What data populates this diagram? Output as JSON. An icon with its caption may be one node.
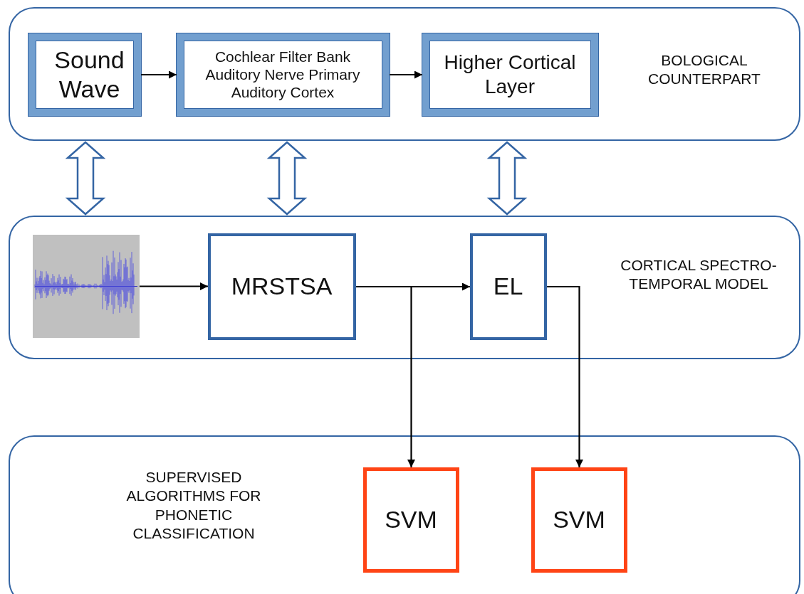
{
  "diagram": {
    "nodes": [
      {
        "text": [
          "BOLOGICAL COUNTERPART"
        ]
      },
      {
        "text": [
          "Sound Wave"
        ],
        "in": 0
      },
      {
        "text": [
          "Cochlear Filter Bank Auditory Nerve Primary Auditory Cortex"
        ],
        "in": 0
      },
      {
        "text": [
          "Higher Cortical Layer"
        ],
        "in": 0
      },
      {
        "text": [
          "CORTICAL SPECTRO-TEMPORAL MODEL"
        ]
      },
      {
        "text": [],
        "shape": "picture",
        "in": 4
      },
      {
        "text": [
          "MRSTSA"
        ],
        "in": 4
      },
      {
        "text": [
          "EL"
        ],
        "in": 4
      },
      {
        "text": [
          "SUPERVISED ALGORITHMS FOR PHONETIC CLASSIFICATION"
        ]
      },
      {
        "text": [
          "SVM"
        ],
        "in": 8
      },
      {
        "text": [
          "SVM"
        ],
        "in": 8
      }
    ],
    "edges": [
      {
        "from": 1,
        "to": 2,
        "arrow": "to"
      },
      {
        "from": 2,
        "to": 3,
        "arrow": "to"
      },
      {
        "from": 0,
        "to": 4,
        "arrow": "both",
        "style": "thick",
        "color": "#3465a4"
      },
      {
        "from": 0,
        "to": 4,
        "arrow": "both",
        "style": "thick",
        "color": "#3465a4"
      },
      {
        "from": 0,
        "to": 4,
        "arrow": "both",
        "style": "thick",
        "color": "#3465a4"
      },
      {
        "from": 5,
        "to": 6,
        "arrow": "to"
      },
      {
        "from": 6,
        "to": 7,
        "arrow": "to"
      },
      {
        "from": 6,
        "to": 9,
        "arrow": "to"
      },
      {
        "from": 7,
        "to": 10,
        "arrow": "to"
      }
    ]
  }
}
